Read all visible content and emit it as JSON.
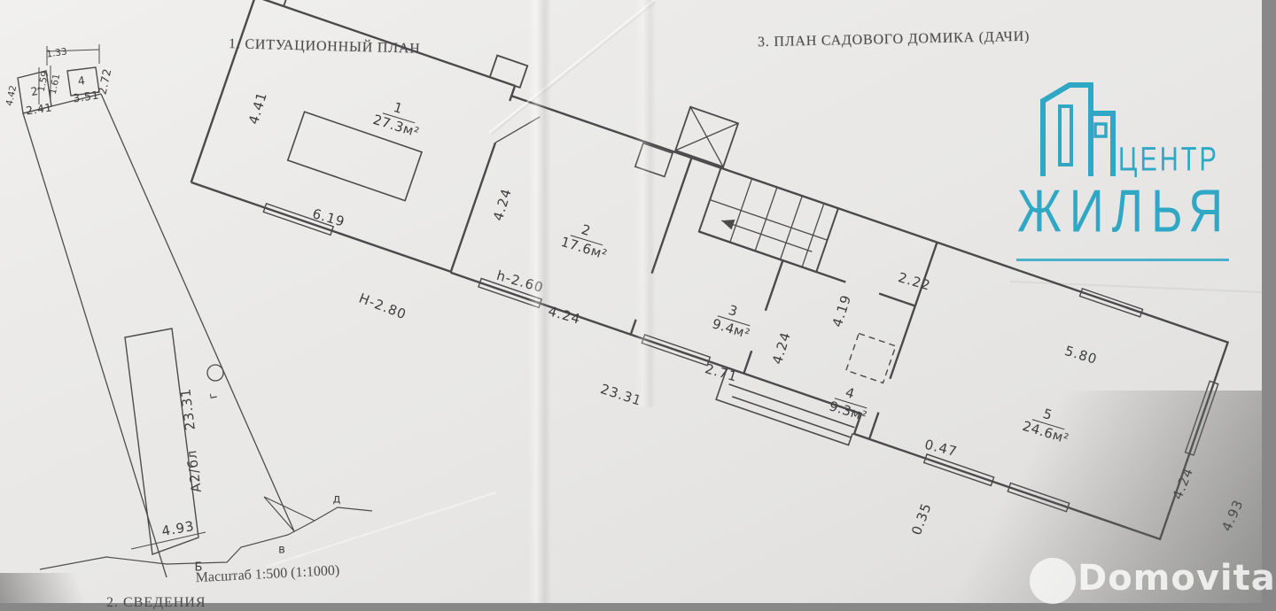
{
  "titles": {
    "situational": "1. СИТУАЦИОННЫЙ ПЛАН",
    "house": "3. ПЛАН САДОВОГО ДОМИКА (ДАЧИ)"
  },
  "scale_note": "Масштаб 1:500 (1:1000)",
  "next_section_cropped": "2. СВЕДЕНИЯ",
  "situational_plan": {
    "building2_label": "2",
    "building4_label": "4",
    "strip_label": "А2/бл",
    "dims": {
      "top_width": "1.33",
      "b2_height": "4.42",
      "b2_width": "2.41",
      "gap1": "1.59",
      "gap2": "1.61",
      "b4_width": "3.51",
      "b4_height": "2.72",
      "strip_length": "23.31",
      "strip_width": "4.93"
    },
    "points": {
      "g": "г",
      "d": "д",
      "v": "в",
      "b": "Б"
    }
  },
  "house_plan": {
    "overall_height": "Н-2.80",
    "room2_height": "h-2.60",
    "total_length": "23.31",
    "rooms": [
      {
        "number": "1",
        "area": "27.3м²"
      },
      {
        "number": "2",
        "area": "17.6м²"
      },
      {
        "number": "3",
        "area": "9.4м²"
      },
      {
        "number": "4",
        "area": "9.3м²"
      },
      {
        "number": "5",
        "area": "24.6м²"
      }
    ],
    "dims": {
      "room1_left": "4.41",
      "room1_bottom": "6.19",
      "room2_left": "4.24",
      "room2_bottom": "4.24",
      "room3_bottom": "2.71",
      "room3_right": "4.24",
      "hall_right": "4.19",
      "hall_top": "2.22",
      "opening": "0.47",
      "room5_top": "5.80",
      "room5_right_inner": "4.24",
      "room5_right_outer": "4.93",
      "porch_step": "0.35"
    }
  },
  "watermarks": {
    "center_zhilya": {
      "line1": "ЦЕНТР",
      "line2": "ЖИЛЬЯ",
      "accent_color": "#2fa8c6"
    },
    "domovita": {
      "text": "Domovita",
      "color": "#ffffff"
    }
  }
}
